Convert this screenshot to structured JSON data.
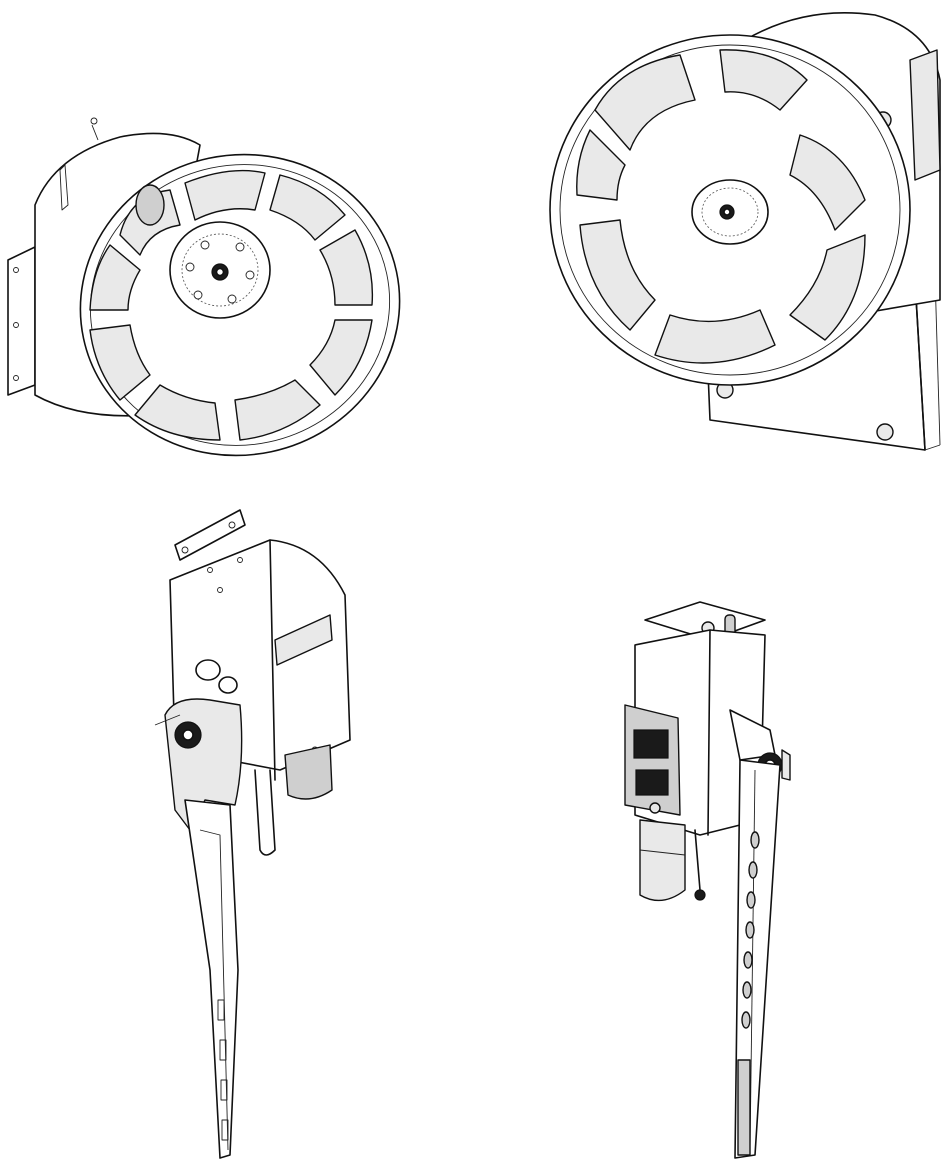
{
  "figures": [
    {
      "id": "reel-a",
      "icon": "hose-reel-front-wheel-icon"
    },
    {
      "id": "reel-b",
      "icon": "hose-reel-rear-wheel-icon"
    },
    {
      "id": "lever-a",
      "icon": "lever-actuator-left-icon"
    },
    {
      "id": "lever-b",
      "icon": "lever-actuator-right-icon"
    }
  ],
  "colors": {
    "line": "#111111",
    "background": "#ffffff",
    "shade": "#e9e9e9"
  }
}
